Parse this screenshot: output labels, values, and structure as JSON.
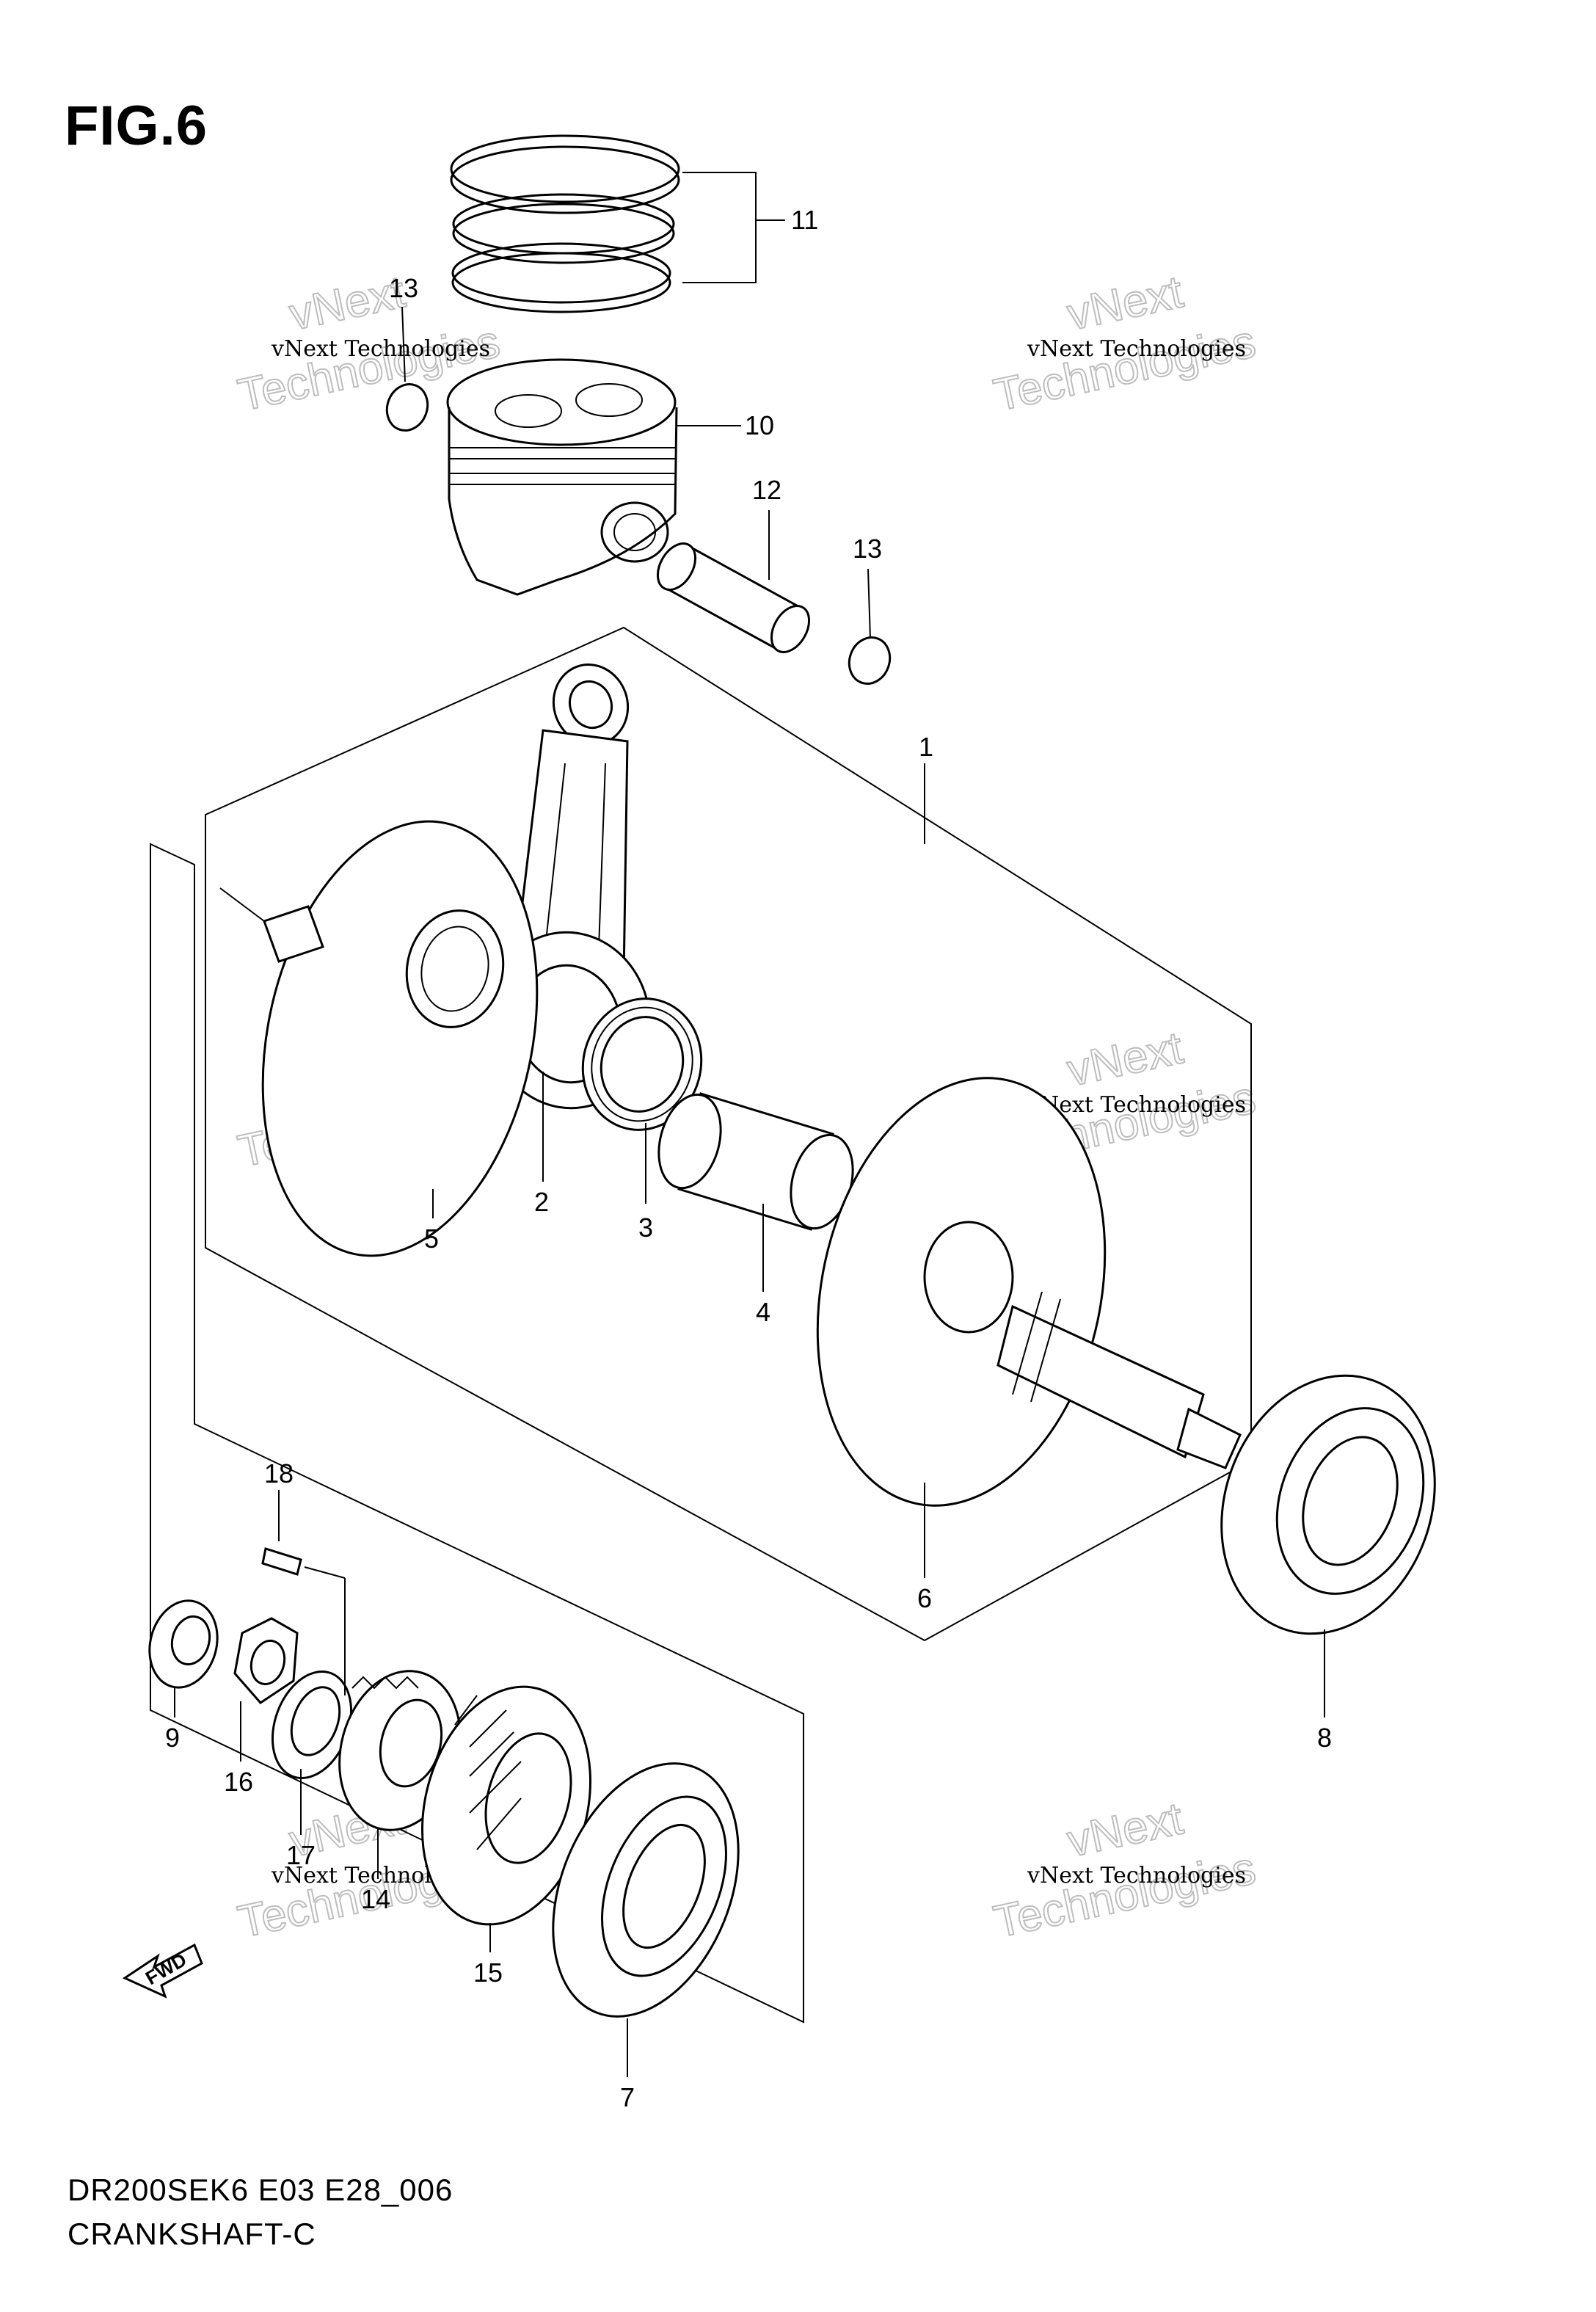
{
  "figure": {
    "title": "FIG.6",
    "model_code": "DR200SEK6 E03 E28_006",
    "section_name": "CRANKSHAFT-C",
    "fwd_label": "FWD"
  },
  "watermark": {
    "line1": "vNext Technologies",
    "line2": "Technologies",
    "line3": "vNext"
  },
  "callouts": [
    {
      "id": "c1",
      "label": "1"
    },
    {
      "id": "c2",
      "label": "2"
    },
    {
      "id": "c3",
      "label": "3"
    },
    {
      "id": "c4",
      "label": "4"
    },
    {
      "id": "c5",
      "label": "5"
    },
    {
      "id": "c6",
      "label": "6"
    },
    {
      "id": "c7",
      "label": "7"
    },
    {
      "id": "c8",
      "label": "8"
    },
    {
      "id": "c9",
      "label": "9"
    },
    {
      "id": "c10",
      "label": "10"
    },
    {
      "id": "c11",
      "label": "11"
    },
    {
      "id": "c12",
      "label": "12"
    },
    {
      "id": "c13a",
      "label": "13"
    },
    {
      "id": "c13b",
      "label": "13"
    },
    {
      "id": "c14",
      "label": "14"
    },
    {
      "id": "c15",
      "label": "15"
    },
    {
      "id": "c16",
      "label": "16"
    },
    {
      "id": "c17",
      "label": "17"
    },
    {
      "id": "c18",
      "label": "18"
    }
  ]
}
